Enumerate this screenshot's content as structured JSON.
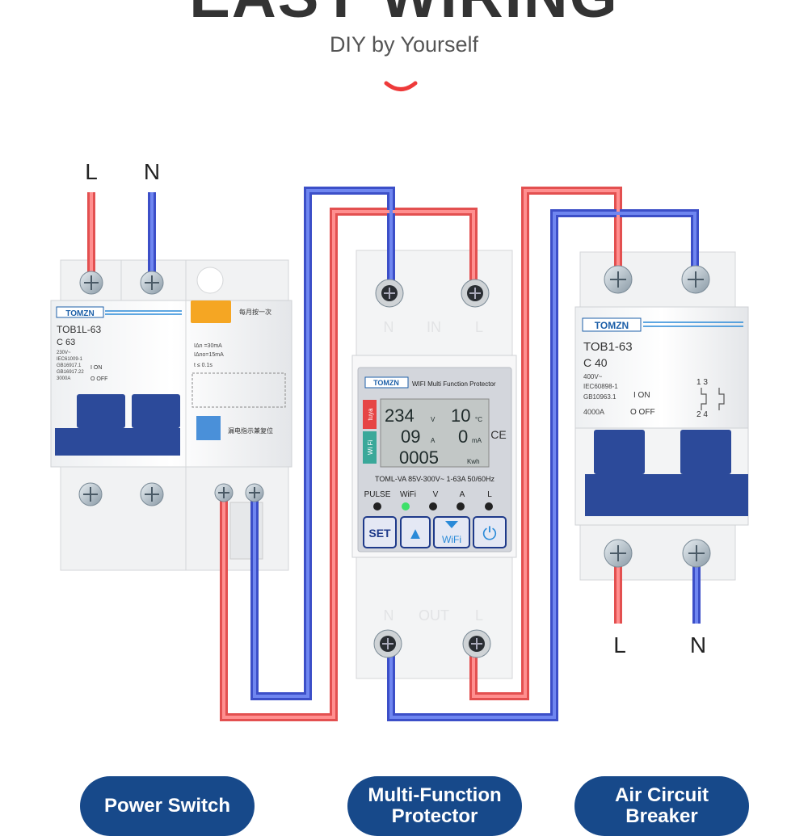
{
  "header": {
    "title": "EASY WIRING",
    "subtitle": "DIY by Yourself"
  },
  "colors": {
    "live": "#ee5a5a",
    "neutral": "#4a5fd6",
    "accent": "#ee3a3a",
    "button_blue": "#17498a"
  },
  "wires": {
    "live_label": "L",
    "neutral_label": "N"
  },
  "rcbo": {
    "brand": "TOMZN",
    "model": "TOB1L-63",
    "rating": "C 63",
    "specs": [
      "230V~",
      "IEC61009-1",
      "GB16917.1",
      "GB16917.22",
      "3000A"
    ],
    "on_label": "I ON",
    "off_label": "O OFF",
    "test_note": "每月按一次",
    "leak_specs": [
      "IΔn =30mA",
      "IΔno=15mA",
      "t ≤ 0.1s"
    ],
    "leak_note": "漏电指示兼复位"
  },
  "protector": {
    "brand": "TOMZN",
    "title": "WIFI Multi Function Protector",
    "top_terminals": [
      "N",
      "IN",
      "L"
    ],
    "bottom_terminals": [
      "N",
      "OUT",
      "L"
    ],
    "app_label": "tuya",
    "wifi_tag": "Wi Fi",
    "ce_mark": "CE",
    "lcd": {
      "voltage": "234",
      "voltage_unit": "V",
      "temp": "10",
      "temp_unit": "°C",
      "current": "09",
      "current_unit": "A",
      "leak": "0",
      "leak_unit": "mA",
      "energy": "0005",
      "energy_unit": "Kwh"
    },
    "spec_line": "TOML-VA 85V-300V~ 1-63A 50/60Hz",
    "leds": [
      "PULSE",
      "WiFi",
      "V",
      "A",
      "L"
    ],
    "buttons": {
      "set": "SET",
      "up": "▲",
      "wifi": "WiFi",
      "power": "⏻"
    }
  },
  "breaker": {
    "brand": "TOMZN",
    "model": "TOB1-63",
    "rating": "C 40",
    "specs": [
      "400V~",
      "IEC60898-1",
      "GB10963.1",
      "4000A"
    ],
    "on_label": "I ON",
    "off_label": "O OFF",
    "poles_top": "1  3",
    "poles_bottom": "2  4"
  },
  "labels": {
    "power_switch": "Power Switch",
    "mfp_line1": "Multi-Function",
    "mfp_line2": "Protector",
    "acb_line1": "Air Circuit",
    "acb_line2": "Breaker"
  }
}
